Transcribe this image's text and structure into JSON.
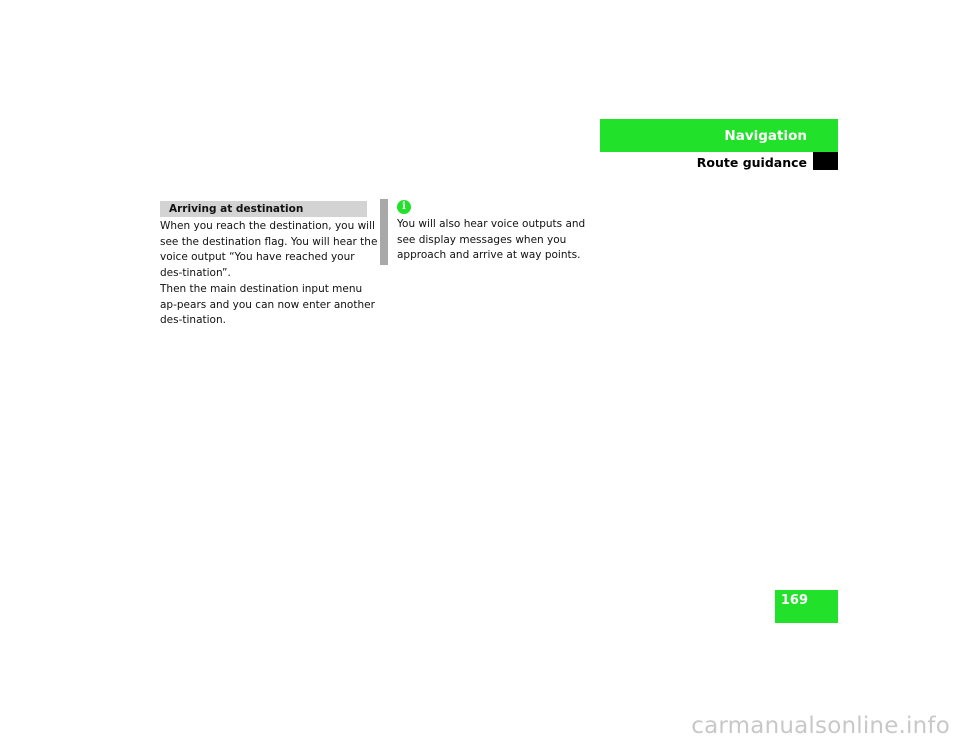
{
  "header": {
    "title": "Navigation",
    "subtitle": "Route guidance"
  },
  "section": {
    "heading": "Arriving at destination",
    "paragraphs": [
      "When you reach the destination, you will see the destination flag. You will hear the voice output “You have reached your des-tination”.",
      "Then the main destination input menu ap-pears and you can now enter another des-tination."
    ]
  },
  "note": {
    "icon": "info-icon",
    "icon_glyph": "i",
    "text": "You will also hear voice outputs and see display messages when you approach and arrive at way points."
  },
  "page": {
    "number": "169"
  },
  "watermark": "carmanualsonline.info",
  "colors": {
    "accent_green": "#22e12a",
    "section_bar": "#d3d3d3",
    "note_bar": "#a8a8a8"
  }
}
